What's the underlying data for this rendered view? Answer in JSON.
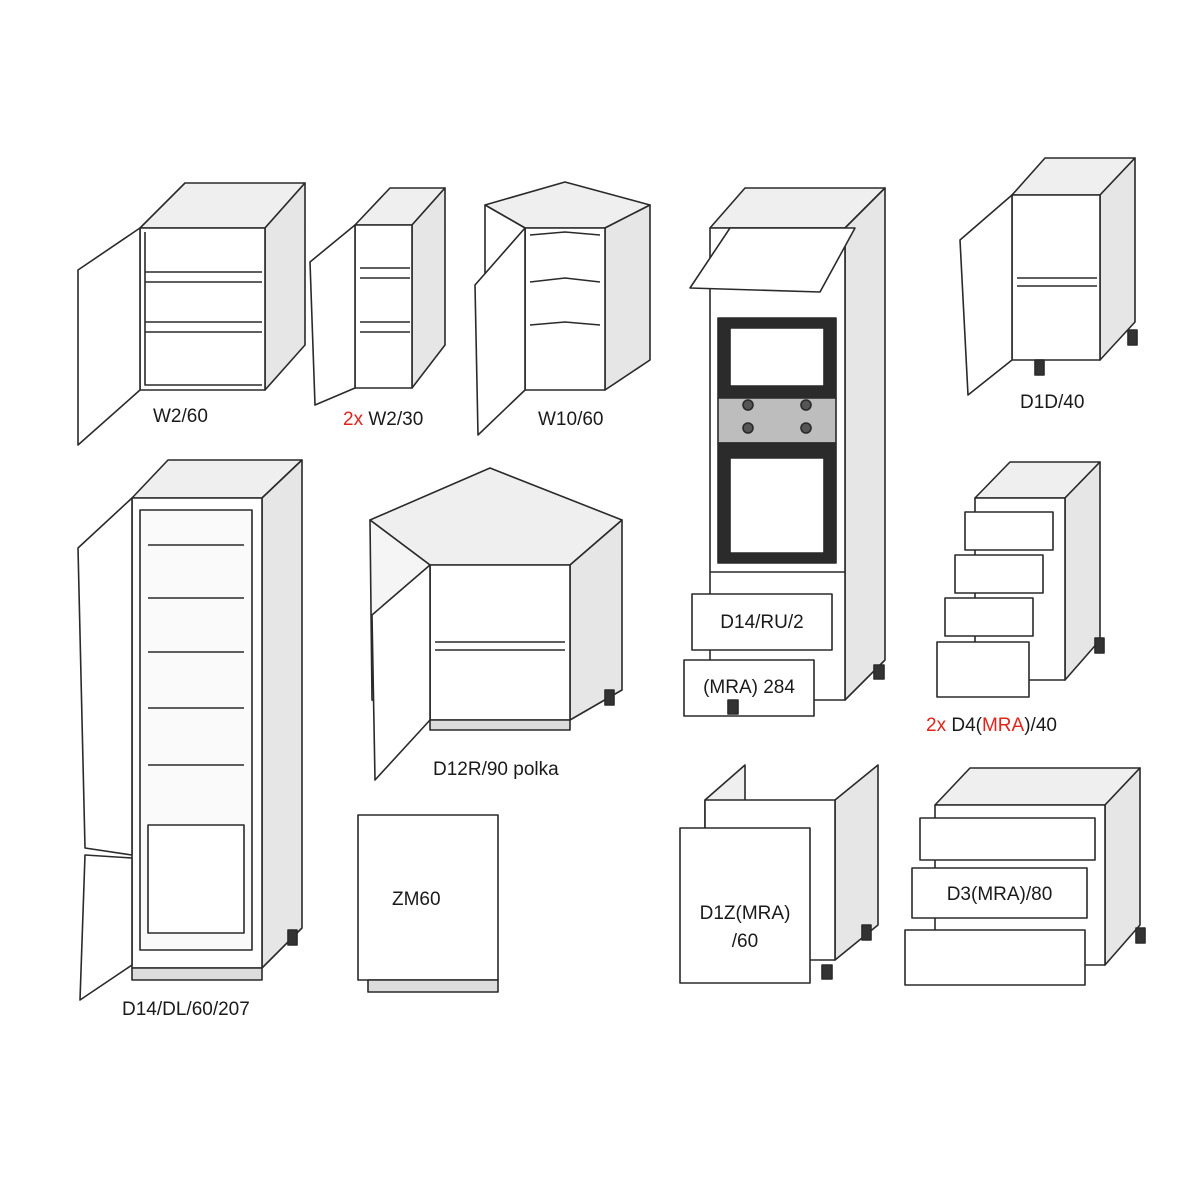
{
  "colors": {
    "accent": "#e2231a",
    "line": "#2a2a2a",
    "panel": "#ffffff",
    "side": "#e9e9e9",
    "shadow": "#cfcfcf"
  },
  "labels": {
    "w2_60": "W2/60",
    "w2_30_qty": "2x",
    "w2_30": "W2/30",
    "w10_60": "W10/60",
    "d1d_40": "D1D/40",
    "d14_ru_2": "D14/RU/2",
    "mra_open": "(",
    "mra": "MRA",
    "mra_close_284": ") 284",
    "d4_qty": "2x",
    "d4_prefix": "D4(",
    "d4_suffix": ")/40",
    "d12r": "D12R/90 polka",
    "d14_dl": "D14/DL/60/207",
    "zm60": "ZM60",
    "d1z_prefix": "D1Z(",
    "d1z_suffix": ")",
    "d1z_line2": "/60",
    "d3_prefix": "D3(",
    "d3_suffix": ")/80"
  }
}
